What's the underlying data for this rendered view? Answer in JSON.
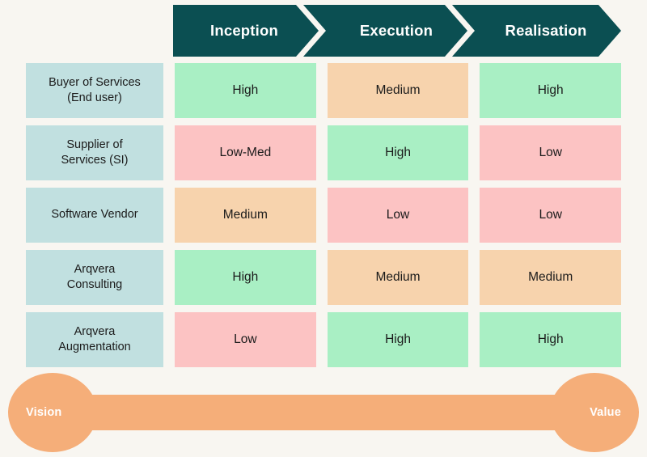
{
  "diagram": {
    "title_present": false,
    "background_color": "#f8f6f1",
    "header": {
      "band_color": "#0b4f52",
      "phases": [
        {
          "label": "Inception"
        },
        {
          "label": "Execution"
        },
        {
          "label": "Realisation"
        }
      ]
    },
    "legend_colors": {
      "high": "#a9efc4",
      "medium": "#f7d3ad",
      "low": "#fcc3c3",
      "row_label": "#c1e0e0",
      "journey_bar": "#f5ae79"
    },
    "journey": {
      "start_label": "Vision",
      "end_label": "Value",
      "color": "#f5ae79"
    }
  },
  "chart_data": {
    "type": "heatmap",
    "title": "",
    "xlabel": "",
    "ylabel": "",
    "categories": [
      "Inception",
      "Execution",
      "Realisation"
    ],
    "rows": [
      "Buyer of Services (End user)",
      "Supplier of Services (SI)",
      "Software Vendor",
      "Arqvera Consulting",
      "Arqvera Augmentation"
    ],
    "legend": [
      "High",
      "Medium",
      "Low-Med",
      "Low"
    ],
    "grid": false,
    "matrix": [
      {
        "label_line1": "Buyer of Services",
        "label_line2": "(End user)",
        "cells": [
          {
            "value": "High",
            "level": "high"
          },
          {
            "value": "Medium",
            "level": "medium"
          },
          {
            "value": "High",
            "level": "high"
          }
        ]
      },
      {
        "label_line1": "Supplier of",
        "label_line2": "Services (SI)",
        "cells": [
          {
            "value": "Low-Med",
            "level": "low"
          },
          {
            "value": "High",
            "level": "high"
          },
          {
            "value": "Low",
            "level": "low"
          }
        ]
      },
      {
        "label_line1": "Software Vendor",
        "label_line2": "",
        "cells": [
          {
            "value": "Medium",
            "level": "medium"
          },
          {
            "value": "Low",
            "level": "low"
          },
          {
            "value": "Low",
            "level": "low"
          }
        ]
      },
      {
        "label_line1": "Arqvera",
        "label_line2": "Consulting",
        "cells": [
          {
            "value": "High",
            "level": "high"
          },
          {
            "value": "Medium",
            "level": "medium"
          },
          {
            "value": "Medium",
            "level": "medium"
          }
        ]
      },
      {
        "label_line1": "Arqvera",
        "label_line2": "Augmentation",
        "cells": [
          {
            "value": "Low",
            "level": "low"
          },
          {
            "value": "High",
            "level": "high"
          },
          {
            "value": "High",
            "level": "high"
          }
        ]
      }
    ]
  }
}
